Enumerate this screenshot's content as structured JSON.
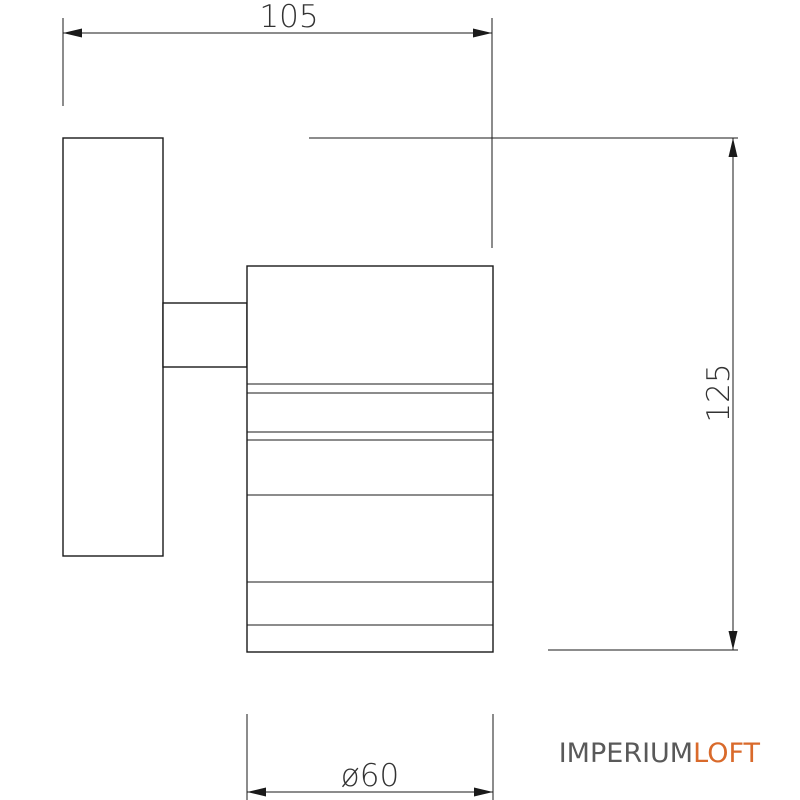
{
  "drawing": {
    "dimensions": {
      "width_total": "105",
      "height_total": "125",
      "diameter": "ø60"
    }
  },
  "logo": {
    "part1": "IMPERIUM",
    "part2": "LOFT",
    "colors": {
      "part1": "#595959",
      "part2": "#d96a2b"
    }
  }
}
